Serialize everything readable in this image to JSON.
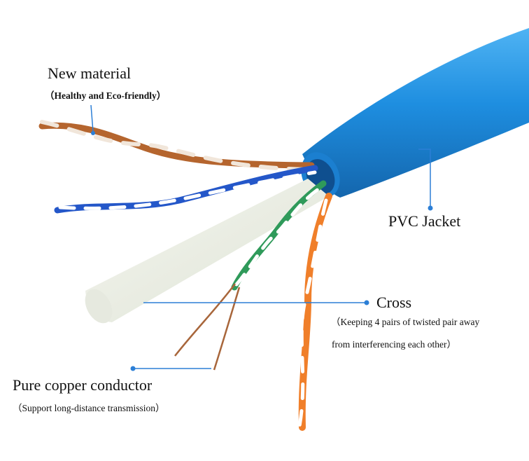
{
  "callouts": {
    "new_material": {
      "title": "New material",
      "note": "（Healthy and Eco-friendly）"
    },
    "pvc_jacket": {
      "title": "PVC Jacket"
    },
    "cross": {
      "title": "Cross",
      "note_line1": "（Keeping 4 pairs of twisted pair away",
      "note_line2": "from interferencing each other）"
    },
    "copper": {
      "title": "Pure copper conductor",
      "note": "（Support long-distance transmission）"
    }
  },
  "colors": {
    "jacket": "#1e8ee0",
    "jacket_dark": "#1470b8",
    "pair_brown": "#b5652e",
    "pair_blue": "#2457c9",
    "pair_green": "#2f9a5a",
    "pair_orange": "#f07f2a",
    "separator": "#ecefe6",
    "copper": "#a8663b",
    "leader_line": "#2c7fd6"
  }
}
